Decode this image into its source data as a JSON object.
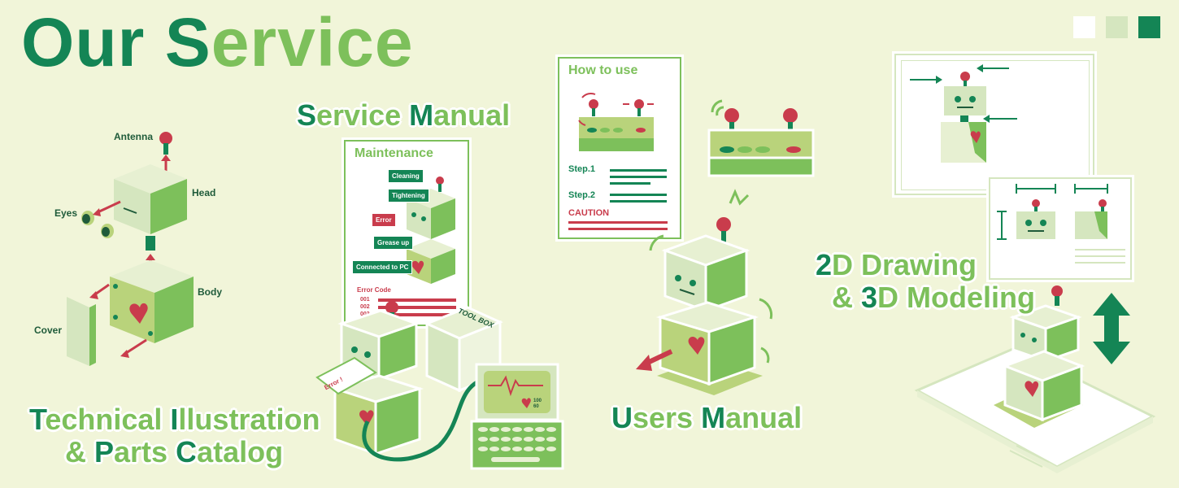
{
  "header": {
    "title_first": "Our",
    "title_second_initial": "S",
    "title_second_rest": "ervice",
    "swatches": [
      "#ffffff",
      "#d5e6bf",
      "#148555"
    ]
  },
  "colors": {
    "dark_green": "#148555",
    "light_green": "#7dc05b",
    "pale_green": "#d5e6bf",
    "red": "#c93c4c",
    "background": "#f1f5d9"
  },
  "sections": {
    "technical": {
      "line1": [
        {
          "t": "T",
          "c": "dk"
        },
        {
          "t": "echnical ",
          "c": "lt"
        },
        {
          "t": "I",
          "c": "dk"
        },
        {
          "t": "llustration",
          "c": "lt"
        }
      ],
      "line2": [
        {
          "t": "& ",
          "c": "lt"
        },
        {
          "t": "P",
          "c": "dk"
        },
        {
          "t": "arts ",
          "c": "lt"
        },
        {
          "t": "C",
          "c": "dk"
        },
        {
          "t": "atalog",
          "c": "lt"
        }
      ],
      "labels": {
        "antenna": "Antenna",
        "head": "Head",
        "eyes": "Eyes",
        "body": "Body",
        "cover": "Cover"
      }
    },
    "service_manual": {
      "line1": [
        {
          "t": "S",
          "c": "dk"
        },
        {
          "t": "ervice ",
          "c": "lt"
        },
        {
          "t": "M",
          "c": "dk"
        },
        {
          "t": "anual",
          "c": "lt"
        }
      ],
      "doc_title": "Maintenance",
      "tags": {
        "cleaning": "Cleaning",
        "tightening": "Tightening",
        "error": "Error",
        "grease_up": "Grease up",
        "connected": "Connected to PC"
      },
      "error_code_label": "Error Code",
      "error_codes": [
        "001",
        "002",
        "003"
      ],
      "toolbox_label": "TOOL BOX",
      "error_card": "Error !",
      "monitor_value_top": "100",
      "monitor_value_bottom": "60"
    },
    "users_manual": {
      "line1": [
        {
          "t": "U",
          "c": "dk"
        },
        {
          "t": "sers ",
          "c": "lt"
        },
        {
          "t": "M",
          "c": "dk"
        },
        {
          "t": "anual",
          "c": "lt"
        }
      ],
      "doc_title": "How to use",
      "step1": "Step.1",
      "step2": "Step.2",
      "caution": "CAUTION"
    },
    "drawing": {
      "line1": [
        {
          "t": "2",
          "c": "dk"
        },
        {
          "t": "D Drawing",
          "c": "lt"
        }
      ],
      "line2": [
        {
          "t": "& ",
          "c": "lt"
        },
        {
          "t": "3",
          "c": "dk"
        },
        {
          "t": "D Modeling",
          "c": "lt"
        }
      ]
    }
  }
}
